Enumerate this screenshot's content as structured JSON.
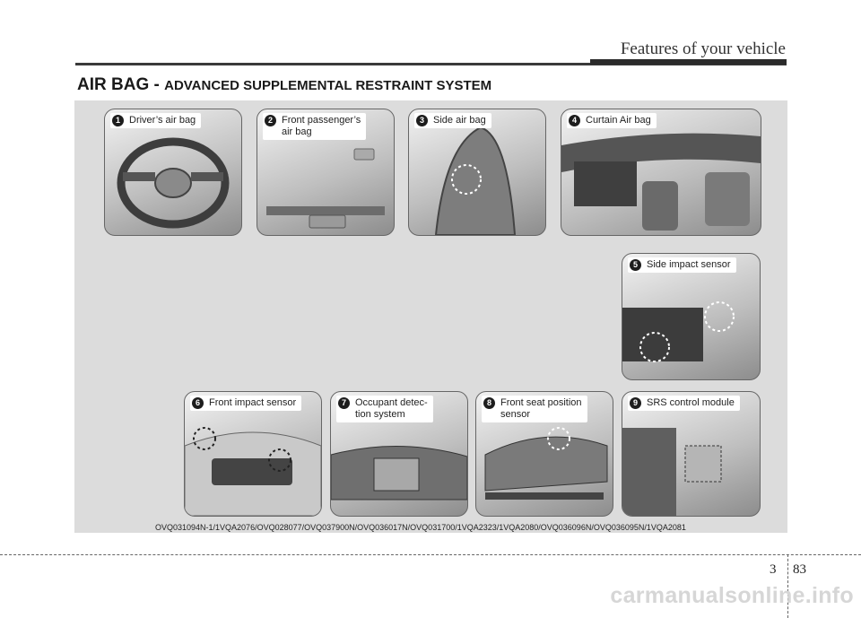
{
  "header": {
    "title": "Features of your vehicle"
  },
  "section": {
    "title_main": "AIR BAG - ",
    "title_sub": "ADVANCED SUPPLEMENTAL RESTRAINT SYSTEM"
  },
  "items": [
    {
      "number": "1",
      "label": "Driver’s air bag"
    },
    {
      "number": "2",
      "label": "Front passenger’s\nair bag"
    },
    {
      "number": "3",
      "label": "Side air bag"
    },
    {
      "number": "4",
      "label": "Curtain Air bag"
    },
    {
      "number": "5",
      "label": "Side impact sensor"
    },
    {
      "number": "6",
      "label": "Front impact sensor"
    },
    {
      "number": "7",
      "label": "Occupant detec-\ntion system"
    },
    {
      "number": "8",
      "label": "Front seat position\nsensor"
    },
    {
      "number": "9",
      "label": "SRS control module"
    }
  ],
  "caption": "OVQ031094N-1/1VQA2076/OVQ028077/OVQ037900N/OVQ036017N/OVQ031700/1VQA2323/1VQA2080/OVQ036096N/OVQ036095N/1VQA2081",
  "footer": {
    "chapter": "3",
    "page": "83"
  },
  "watermark": "carmanualsonline.info"
}
